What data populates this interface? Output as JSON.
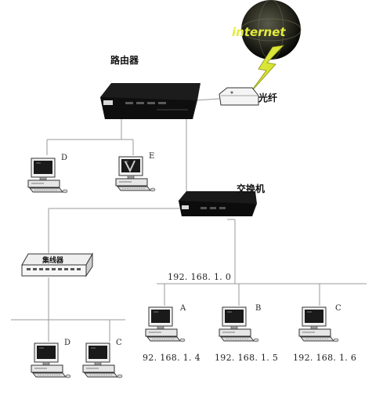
{
  "labels": {
    "router": "路由器",
    "fiber": "光纤",
    "switch": "交换机",
    "hub": "集线器",
    "internet": "internet"
  },
  "network": {
    "subnet": "192. 168. 1. 0",
    "pcs_right": [
      {
        "letter": "A",
        "ip": "92. 168. 1. 4"
      },
      {
        "letter": "B",
        "ip": "192. 168. 1. 5"
      },
      {
        "letter": "C",
        "ip": "192. 168. 1. 6"
      }
    ]
  },
  "pc_letters": {
    "top_left": "D",
    "top_right": "E",
    "hub_left": "D",
    "hub_right": "C"
  }
}
